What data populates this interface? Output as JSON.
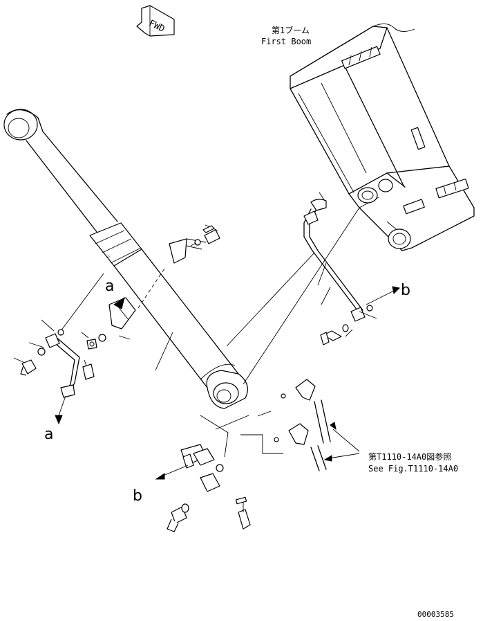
{
  "fwd_indicator": {
    "label": "FWD"
  },
  "first_boom": {
    "label_jp": "第1ブーム",
    "label_en": "First Boom"
  },
  "see_fig": {
    "label_jp": "第T1110-14A0図参照",
    "label_en": "See Fig.T1110-14A0"
  },
  "callouts": {
    "a_top": "a",
    "a_bottom": "a",
    "b_right": "b",
    "b_left": "b"
  },
  "drawing_number": "00003585"
}
